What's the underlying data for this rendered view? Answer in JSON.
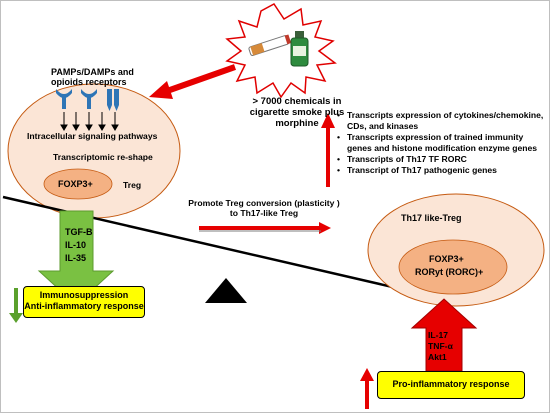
{
  "smoke_label": [
    "> 7000 chemicals in",
    "cigarette smoke plus",
    "morphine"
  ],
  "receptors_label": [
    "PAMPs/DAMPs and",
    "opioids receptors"
  ],
  "left_cell": {
    "signaling": "Intracellular signaling pathways",
    "reshape": "Transcriptomic re-shape",
    "foxp3": "FOXP3+",
    "treg": "Treg"
  },
  "cytokines_down": [
    "TGF-B",
    "IL-10",
    "IL-35"
  ],
  "immuno_box": [
    "Immunosuppression",
    "Anti-inflammatory response"
  ],
  "promote_label": [
    "Promote Treg conversion (plasticity )",
    "to Th17-like Treg"
  ],
  "right_cell": {
    "title": "Th17 like-Treg",
    "foxp3": "FOXP3+",
    "roryt": "RORyt (RORC)+"
  },
  "cytokines_up": [
    "IL-17",
    "TNF-α",
    "Akt1"
  ],
  "pro_box": "Pro-inflammatory response",
  "bullets": [
    "Transcripts expression of cytokines/chemokine, CDs, and kinases",
    "Transcripts expression of trained immunity genes and histone modification enzyme genes",
    "Transcripts of Th17 TF RORC",
    "Transcript of Th17 pathogenic genes"
  ],
  "colors": {
    "cell_fill": "#fbe5d6",
    "nucleus_fill": "#f4b183",
    "arrow_red": "#e60000",
    "arrow_green": "#7ac142",
    "box_yellow": "#ffff00",
    "receptor_blue": "#2e75b6"
  }
}
